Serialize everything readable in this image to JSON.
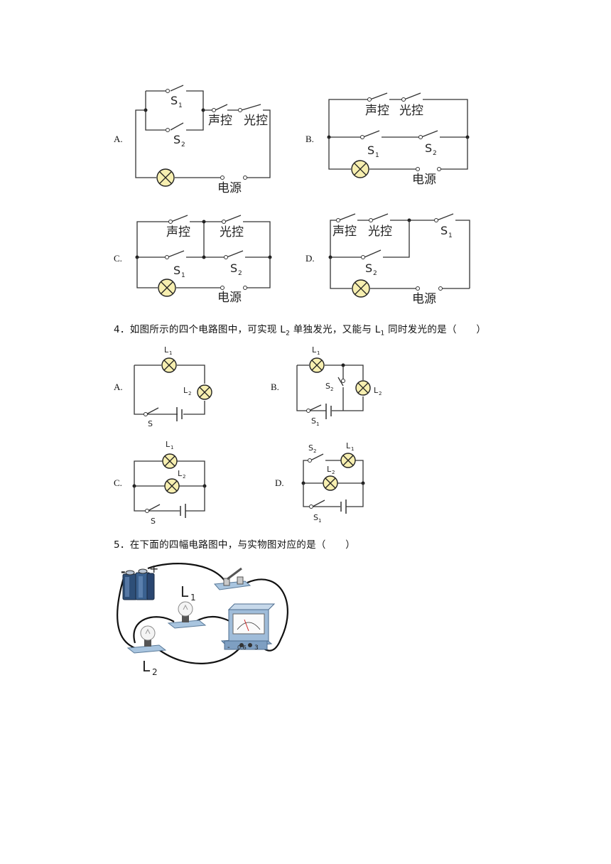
{
  "q3": {
    "options": [
      "A.",
      "B.",
      "C.",
      "D."
    ],
    "labels": {
      "s1": "S",
      "s2": "S",
      "sub1": "1",
      "sub2": "2",
      "sound": "声控",
      "light": "光控",
      "power": "电源"
    }
  },
  "q4": {
    "prefix": "4．如图所示的四个电路图中，可实现 L",
    "sub2": "2",
    "middle": " 单独发光，又能与 L",
    "sub1": "1",
    "suffix": " 同时发光的是（　　）",
    "options": [
      "A.",
      "B.",
      "C.",
      "D."
    ],
    "labels": {
      "L": "L",
      "S": "S",
      "sub1": "1",
      "sub2": "2"
    }
  },
  "q5": {
    "text": "5．在下面的四幅电路图中，与实物图对应的是（　　）",
    "labels": {
      "L": "L",
      "sub1": "1",
      "sub2": "2",
      "minus": "-",
      "plus": "+",
      "meter_minus": "-",
      "meter_06": "0.6",
      "meter_3": "3"
    }
  }
}
